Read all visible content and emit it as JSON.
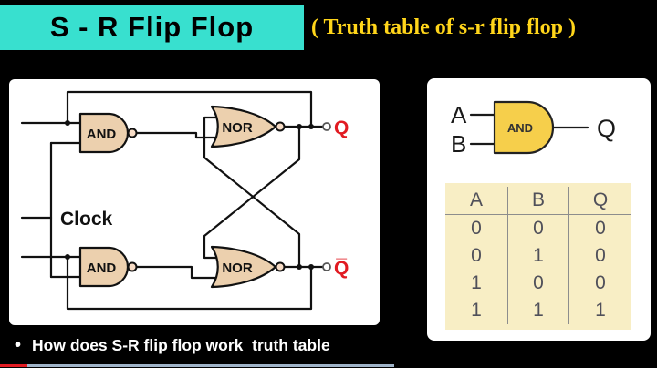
{
  "header": {
    "title": "S - R Flip Flop",
    "subtitle": "( Truth table of s-r flip flop )"
  },
  "circuit": {
    "labels": {
      "and": "AND",
      "nor": "NOR",
      "clock": "Clock",
      "q": "Q",
      "q_bar": "Q̅"
    }
  },
  "right_panel": {
    "gate": {
      "label": "AND",
      "input_a": "A",
      "input_b": "B",
      "output": "Q"
    },
    "truth_table": {
      "headers": [
        "A",
        "B",
        "Q"
      ],
      "rows": [
        [
          "0",
          "0",
          "0"
        ],
        [
          "0",
          "1",
          "0"
        ],
        [
          "1",
          "0",
          "0"
        ],
        [
          "1",
          "1",
          "1"
        ]
      ]
    }
  },
  "caption": {
    "bullet": "•",
    "text": "How does S-R flip flop work  truth table"
  },
  "colors": {
    "background": "#000000",
    "banner": "#38e0cf",
    "subtitle_yellow": "#ffd51a",
    "panel_white": "#ffffff",
    "gate_tan": "#ecd0ae",
    "bubble_fill": "#f7dcc6",
    "gate_yellow": "#f6cf4b",
    "table_bg": "#f8eec5",
    "output_red": "#e11b22",
    "progress_red": "#e11b22",
    "progress_track": "#9fb3c8"
  }
}
